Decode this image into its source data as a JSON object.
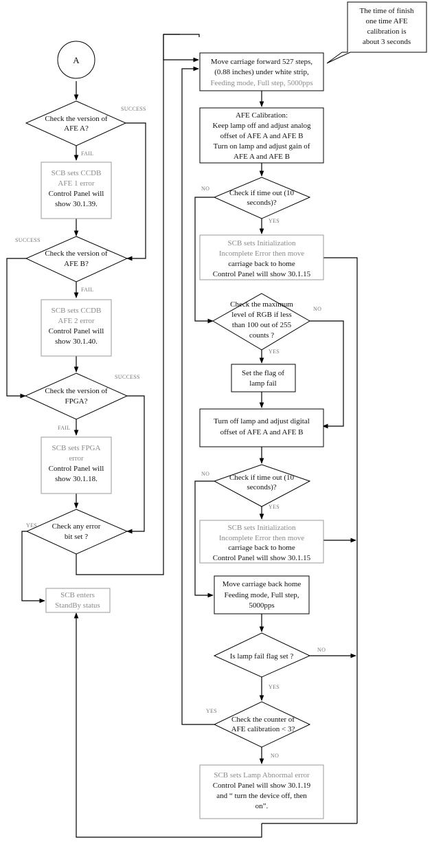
{
  "start": {
    "label": "A"
  },
  "left": {
    "check_afe_a": [
      "Check the version of",
      "AFE A?"
    ],
    "ccdb_afe1": [
      "SCB sets CCDB",
      "AFE 1 error",
      "Control Panel will",
      "show 30.1.39."
    ],
    "check_afe_b": [
      "Check the version of",
      "AFE B?"
    ],
    "ccdb_afe2": [
      "SCB sets CCDB",
      "AFE 2 error",
      "Control Panel will",
      "show 30.1.40."
    ],
    "check_fpga": [
      "Check the version of",
      "FPGA?"
    ],
    "fpga_error": [
      "SCB sets FPGA",
      "error",
      "Control Panel will",
      "show 30.1.18."
    ],
    "check_error_bit": [
      "Check any error",
      "bit set ?"
    ],
    "standby": [
      "SCB enters",
      "StandBy status"
    ]
  },
  "right": {
    "callout": [
      "The time of finish",
      "one time AFE",
      "calibration is",
      "about 3 seconds"
    ],
    "move_forward": [
      "Move carriage forward 527 steps,",
      "(0.88 inches) under white strip,",
      "Feeding mode, Full step, 5000pps"
    ],
    "afe_calibration": [
      "AFE Calibration:",
      "Keep lamp off and adjust analog",
      "offset of AFE A and AFE B",
      "Turn on lamp and adjust gain of",
      "AFE A and AFE B"
    ],
    "timeout_1": [
      "Check if time out (10",
      "seconds)?"
    ],
    "init_error_1": [
      "SCB sets Initialization",
      "Incomplete Error then move",
      "carriage back to home",
      "Control Panel will show 30.1.15"
    ],
    "check_rgb": [
      "Check the maximum",
      "level of RGB if less",
      "than 100 out of 255",
      "counts ?"
    ],
    "lamp_fail_flag": [
      "Set the flag of",
      "lamp fail"
    ],
    "digital_offset": [
      "Turn off lamp and adjust digital",
      "offset of AFE A and AFE B"
    ],
    "timeout_2": [
      "Check if time out (10",
      "seconds)?"
    ],
    "init_error_2": [
      "SCB sets Initialization",
      "Incomplete Error then move",
      "carriage back to home",
      "Control Panel will show 30.1.15"
    ],
    "move_home": [
      "Move carriage back home",
      "Feeding mode, Full step,",
      "5000pps"
    ],
    "lamp_fail_check": [
      "Is lamp fail flag set ?"
    ],
    "counter_check": [
      "Check the counter of",
      "AFE calibration < 3?"
    ],
    "lamp_abnormal": [
      "SCB sets Lamp Abnormal error",
      "Control Panel will show 30.1.19",
      "and  “ turn the device off, then",
      "on”."
    ]
  },
  "labels": {
    "success": "SUCCESS",
    "fail": "FAIL",
    "yes": "YES",
    "no": "NO"
  }
}
